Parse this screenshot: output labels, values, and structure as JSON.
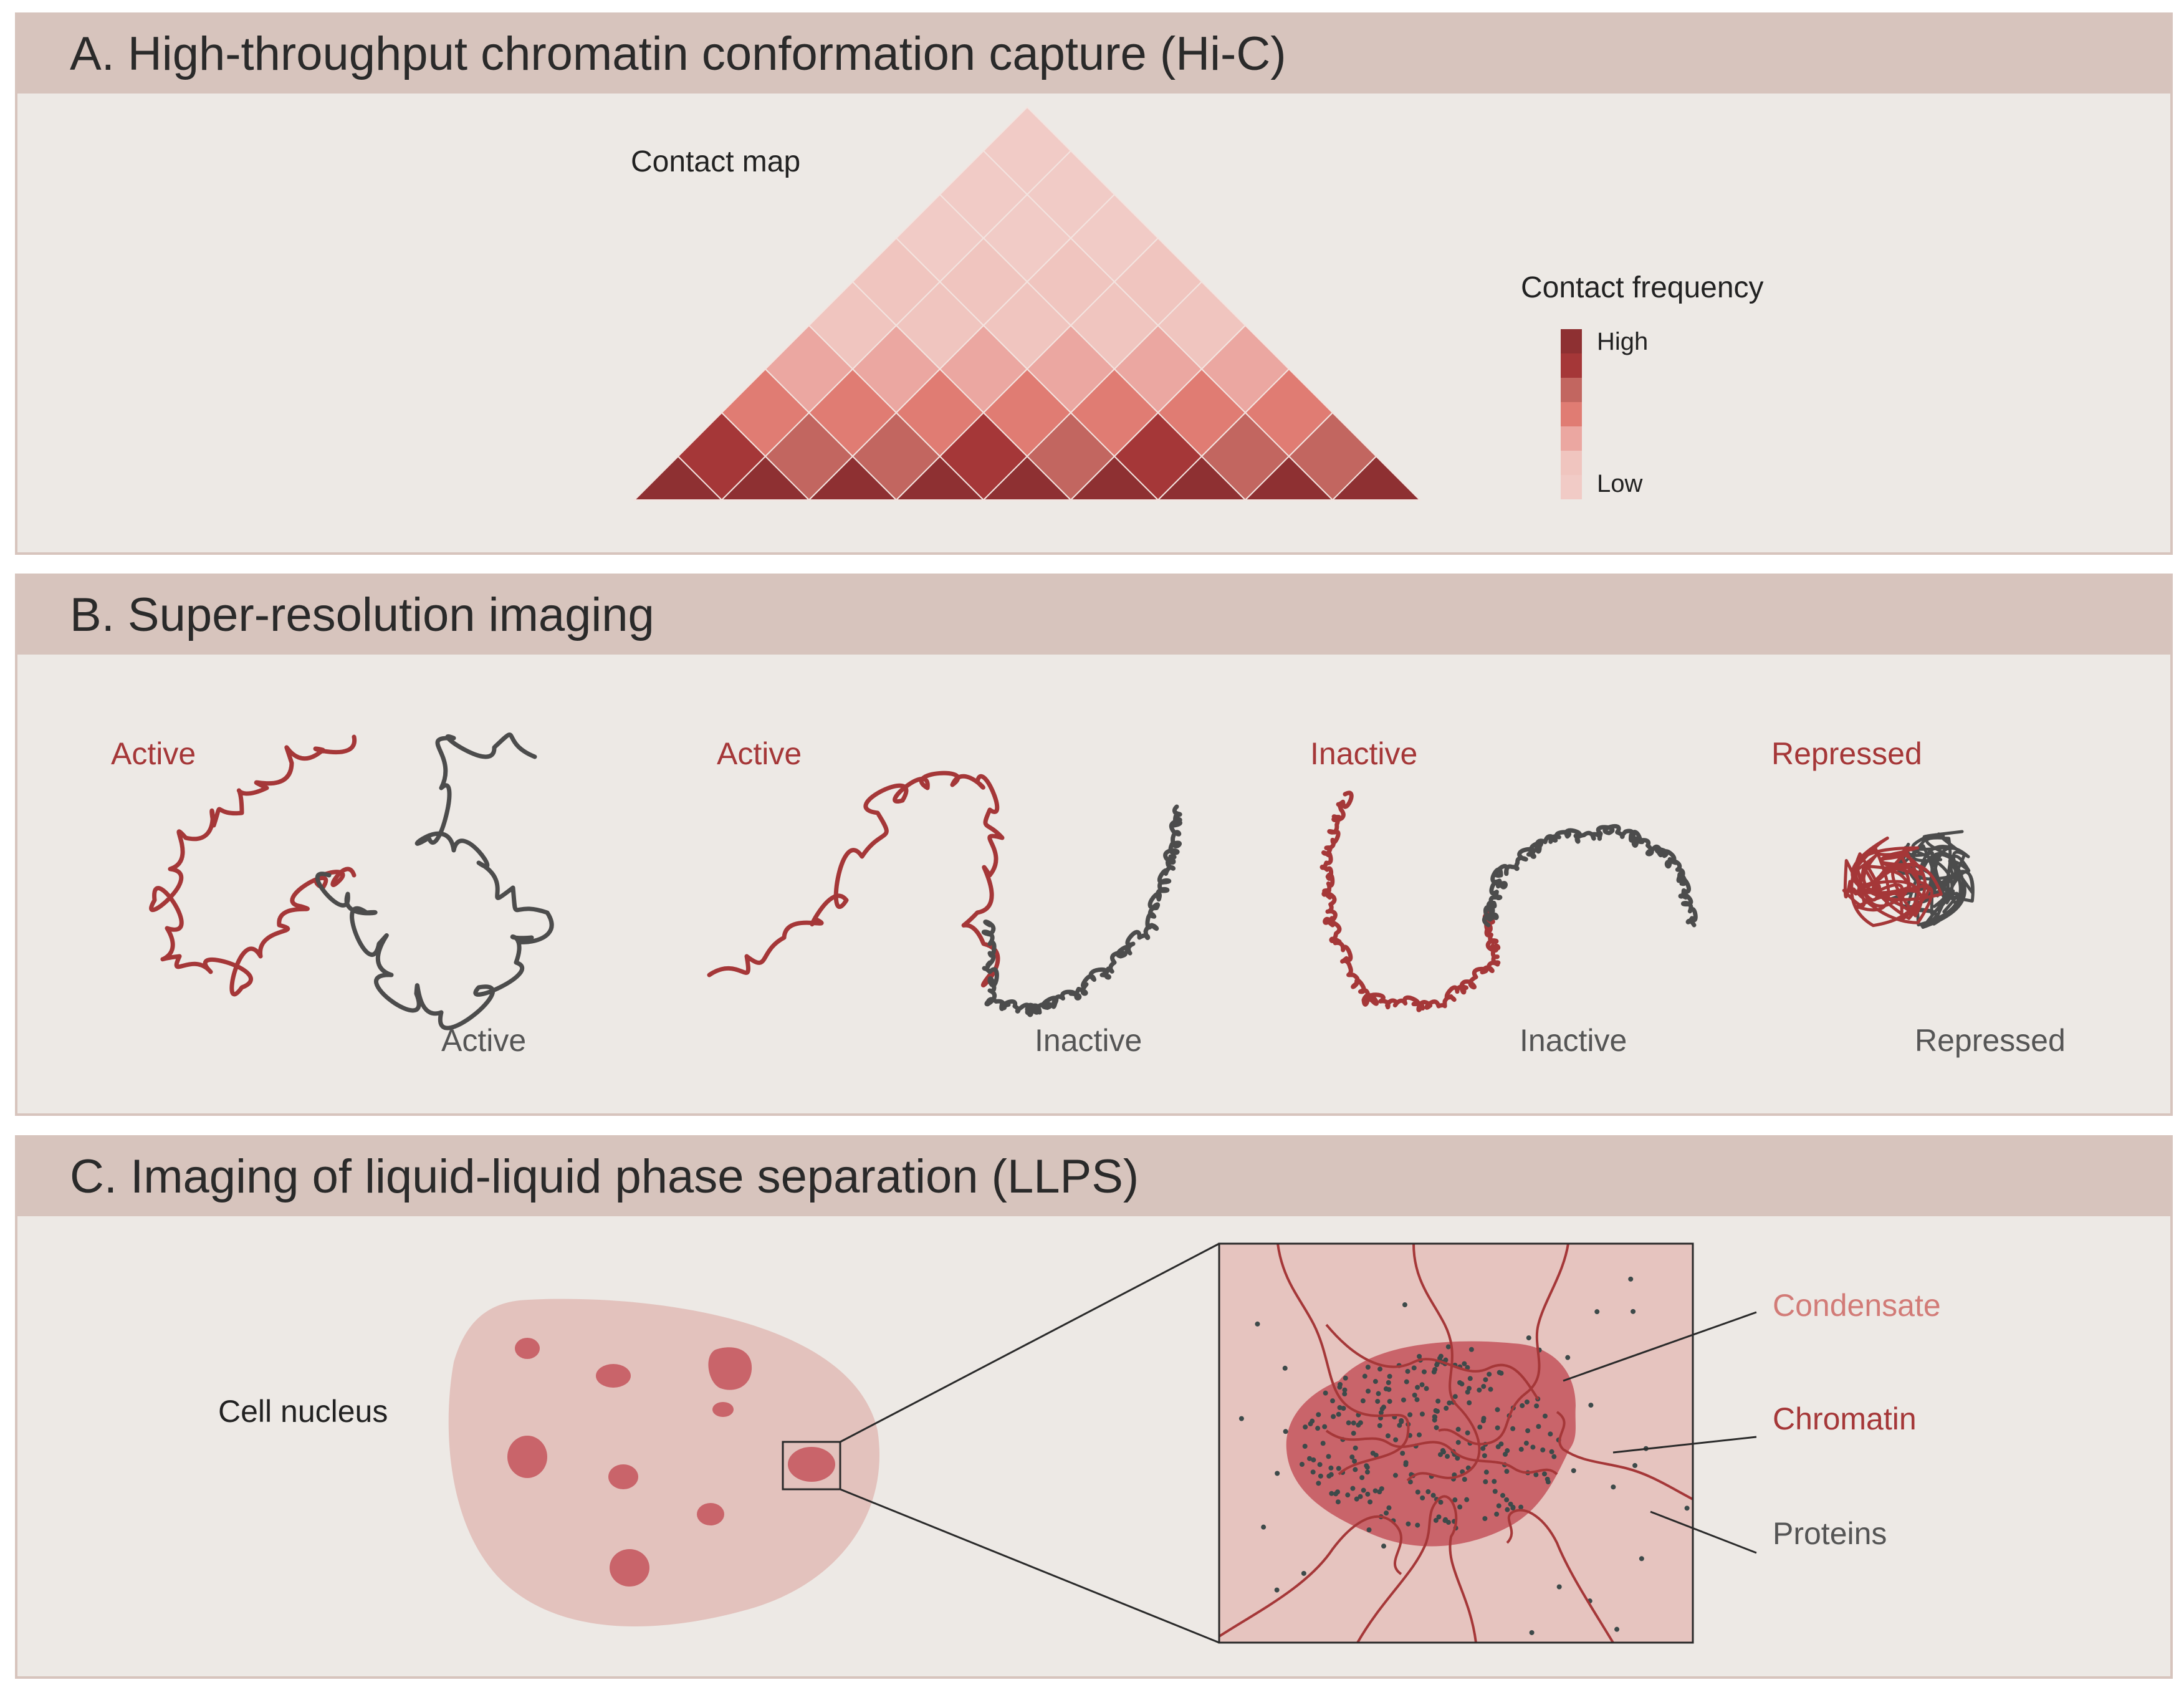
{
  "panel_a": {
    "title": "A. High-throughput chromatin conformation capture (Hi-C)",
    "contact_map_label": "Contact map",
    "legend": {
      "title": "Contact frequency",
      "high": "High",
      "low": "Low"
    },
    "colors": [
      "#f1cbc6",
      "#f0c5bf",
      "#eba7a1",
      "#e07c73",
      "#c26660",
      "#a53738",
      "#8e3032"
    ]
  },
  "panel_b": {
    "title": "B. Super-resolution imaging",
    "pairs": [
      {
        "top_label": "Active",
        "bottom_label": "Active"
      },
      {
        "top_label": "Active",
        "bottom_label": "Inactive"
      },
      {
        "top_label": "Inactive",
        "bottom_label": "Inactive"
      },
      {
        "top_label": "Repressed",
        "bottom_label": "Repressed"
      }
    ],
    "colors": {
      "red_chain": "#a53738",
      "gray_chain": "#4c4c4c",
      "label_red": "#a53738",
      "label_gray": "#555555"
    }
  },
  "panel_c": {
    "title": "C. Imaging of liquid-liquid phase separation (LLPS)",
    "nucleus_label": "Cell nucleus",
    "callouts": {
      "condensate": "Condensate",
      "chromatin": "Chromatin",
      "proteins": "Proteins"
    },
    "colors": {
      "nucleus": "#e3c2bd",
      "droplet": "#c9646a",
      "condensate_label": "#d27b77",
      "chromatin_label": "#a53738",
      "proteins_label": "#555555"
    }
  }
}
